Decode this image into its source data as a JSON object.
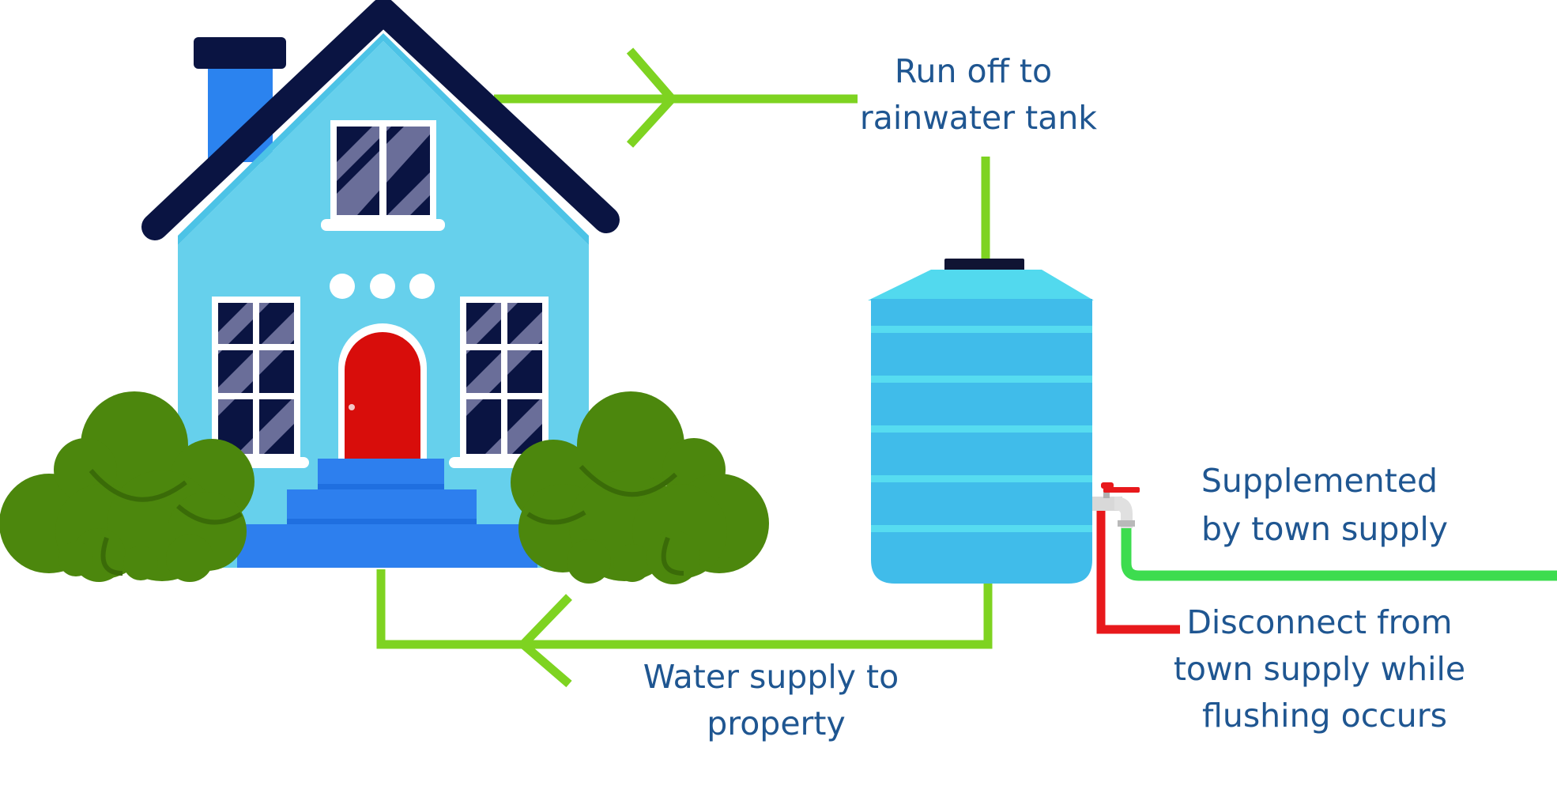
{
  "labels": {
    "runoff": [
      "Run off to",
      "rainwater tank"
    ],
    "supplemented": [
      "Supplemented",
      "by town supply"
    ],
    "disconnect": [
      "Disconnect from",
      "town supply while",
      "flushing occurs"
    ],
    "water_supply": [
      "Water supply to",
      "property"
    ]
  },
  "colors": {
    "pipe_green": "#7ed321",
    "hose_green": "#3ddc4f",
    "disconnect_red": "#e8191c",
    "text_blue": "#1f5691",
    "house_wall": "#66d0ec",
    "roof": "#0a1442",
    "chimney": "#2b83ef",
    "door": "#d80d0b",
    "steps": "#2d7fee",
    "bush": "#4c870d",
    "tank": "#40bcea",
    "tank_top": "#52d9ee",
    "tank_band": "#56dcf0"
  },
  "icons": [
    "house-icon",
    "rainwater-tank-icon",
    "bush-icon",
    "tap-icon"
  ]
}
